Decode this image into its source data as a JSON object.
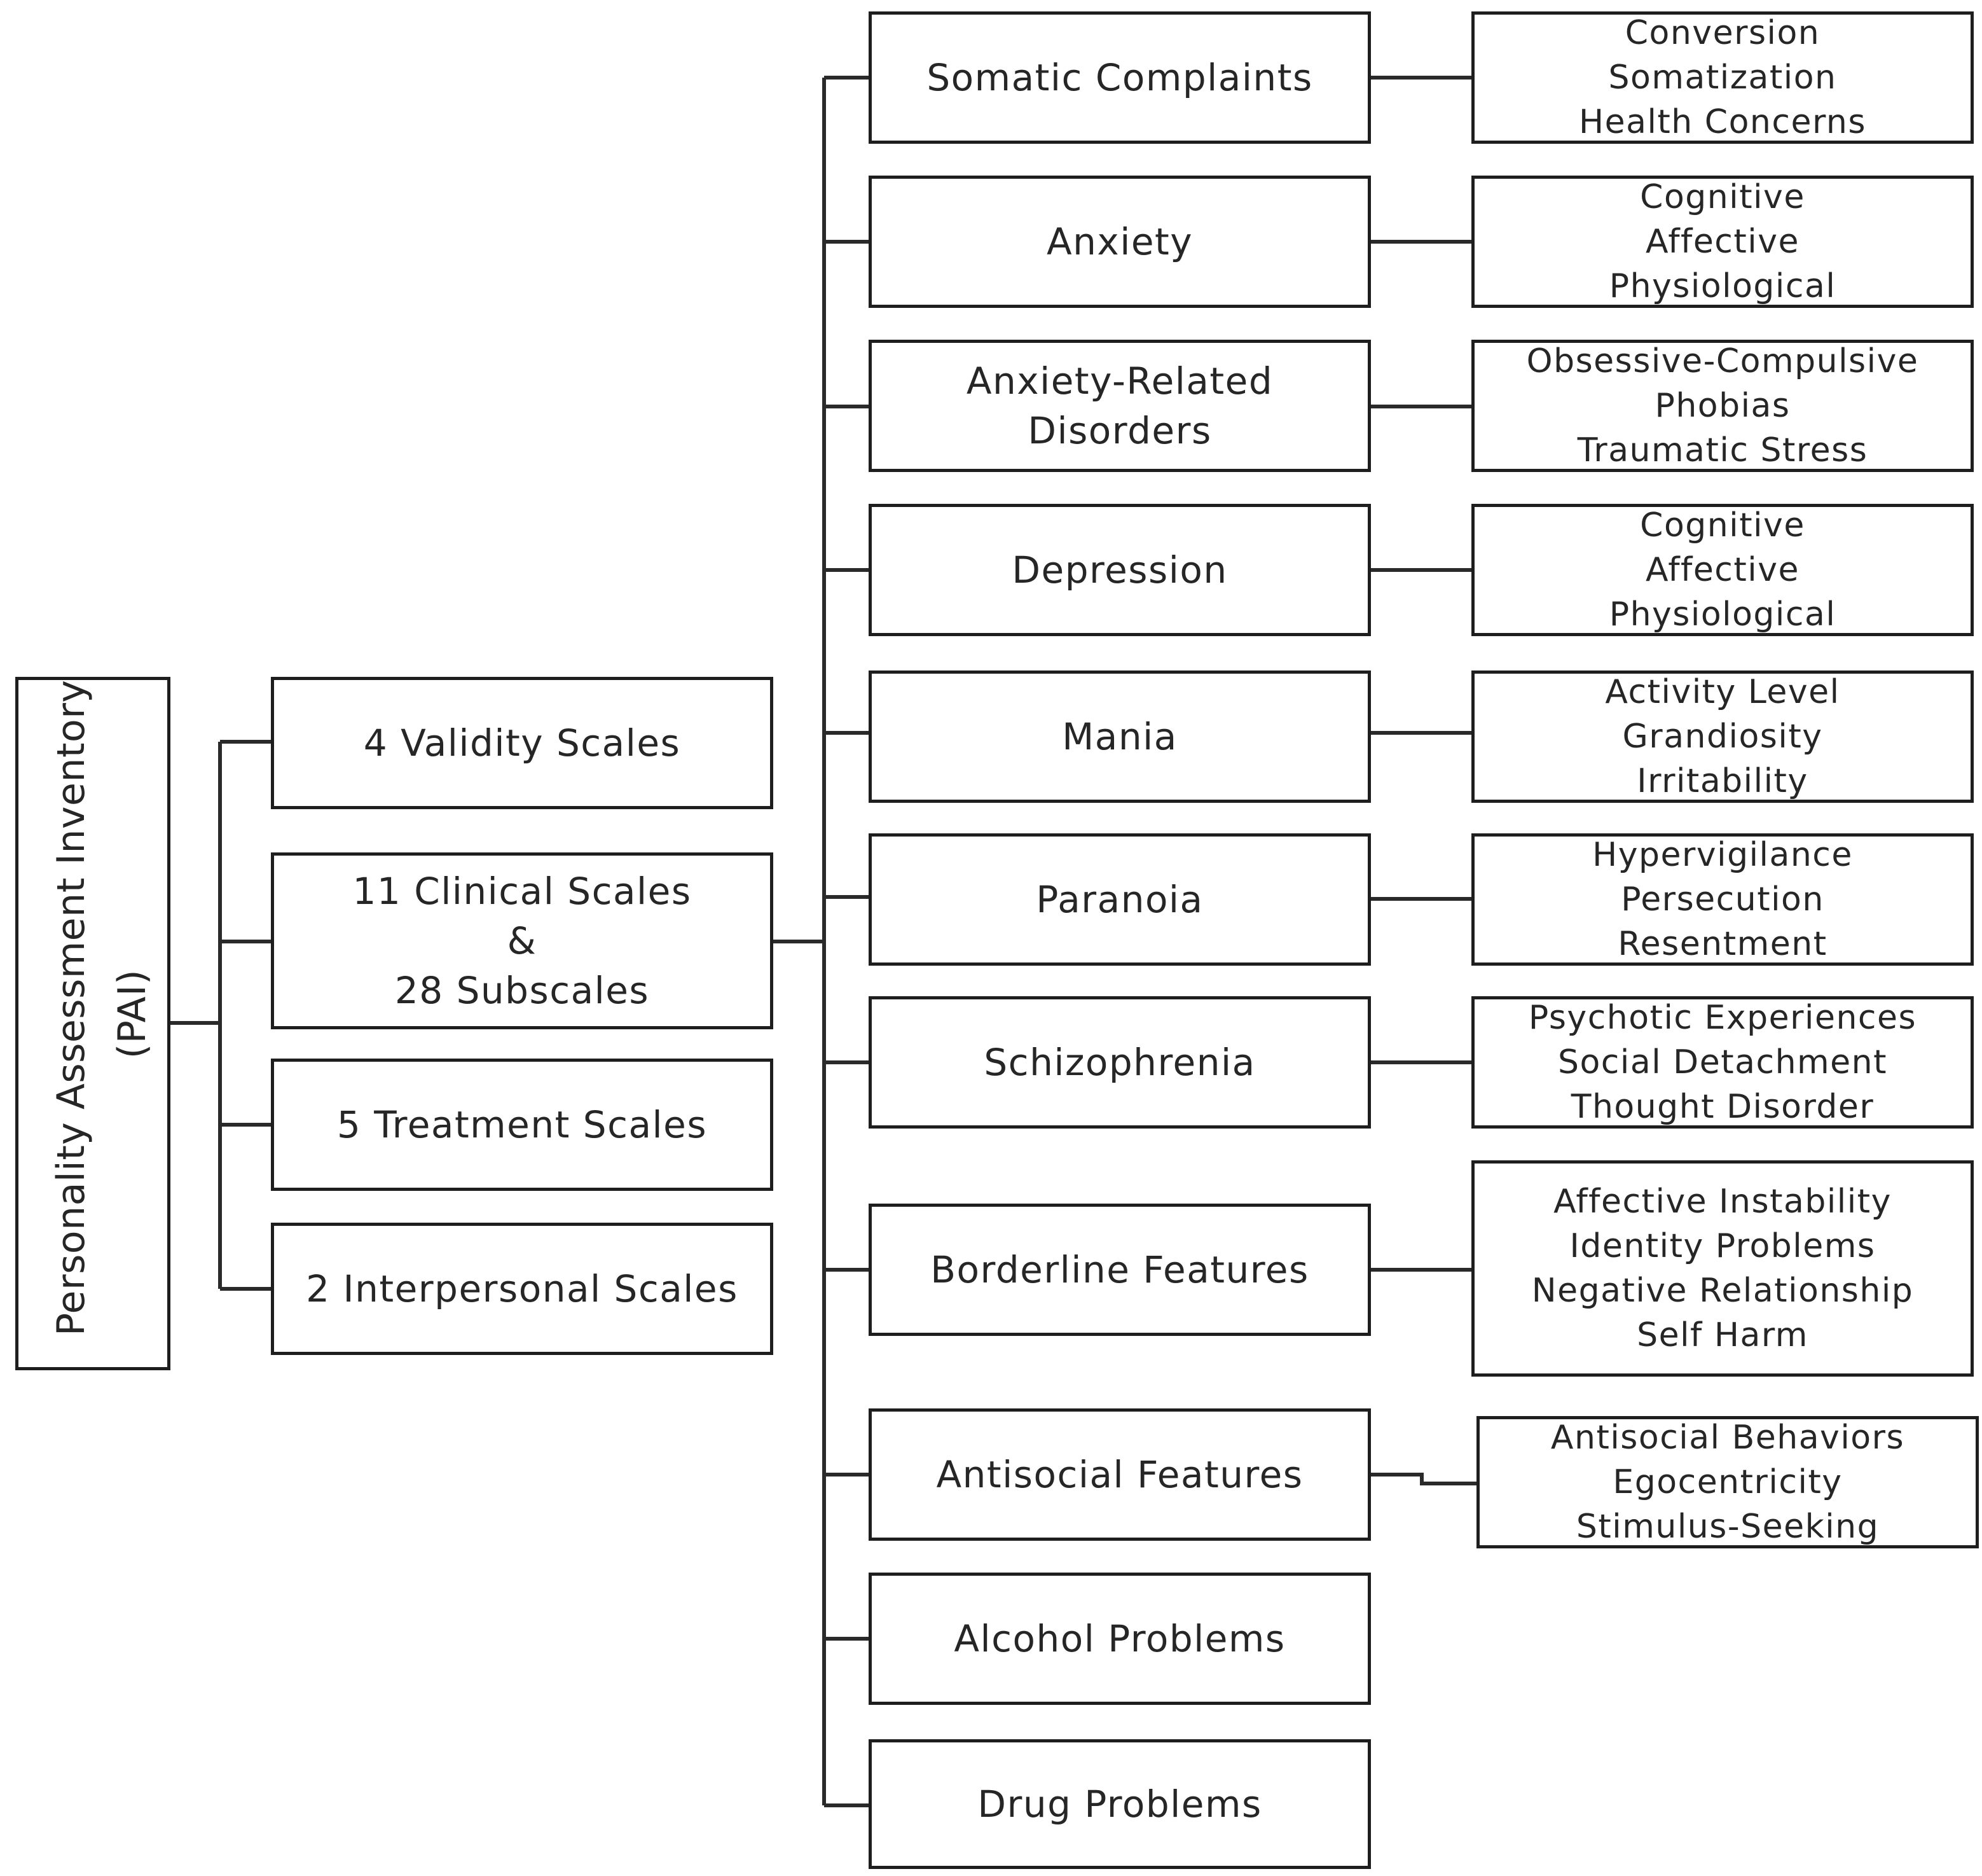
{
  "root": {
    "title": "Personality Assessment Inventory",
    "abbr": "(PAI)"
  },
  "categories": [
    {
      "label": "4 Validity Scales"
    },
    {
      "lines": [
        "11 Clinical Scales",
        "&",
        "28 Subscales"
      ]
    },
    {
      "label": "5 Treatment Scales"
    },
    {
      "label": "2 Interpersonal Scales"
    }
  ],
  "clinical_scales": [
    {
      "name": "Somatic Complaints",
      "subscales": [
        "Conversion",
        "Somatization",
        "Health Concerns"
      ]
    },
    {
      "name": "Anxiety",
      "subscales": [
        "Cognitive",
        "Affective",
        "Physiological"
      ]
    },
    {
      "name": "Anxiety-Related Disorders",
      "name_lines": [
        "Anxiety-Related",
        "Disorders"
      ],
      "subscales": [
        "Obsessive-Compulsive",
        "Phobias",
        "Traumatic Stress"
      ]
    },
    {
      "name": "Depression",
      "subscales": [
        "Cognitive",
        "Affective",
        "Physiological"
      ]
    },
    {
      "name": "Mania",
      "subscales": [
        "Activity Level",
        "Grandiosity",
        "Irritability"
      ]
    },
    {
      "name": "Paranoia",
      "subscales": [
        "Hypervigilance",
        "Persecution",
        "Resentment"
      ]
    },
    {
      "name": "Schizophrenia",
      "subscales": [
        "Psychotic Experiences",
        "Social Detachment",
        "Thought Disorder"
      ]
    },
    {
      "name": "Borderline Features",
      "subscales": [
        "Affective Instability",
        "Identity Problems",
        "Negative Relationship",
        "Self Harm"
      ]
    },
    {
      "name": "Antisocial Features",
      "subscales": [
        "Antisocial Behaviors",
        "Egocentricity",
        "Stimulus-Seeking"
      ]
    },
    {
      "name": "Alcohol Problems",
      "subscales": []
    },
    {
      "name": "Drug Problems",
      "subscales": []
    }
  ]
}
